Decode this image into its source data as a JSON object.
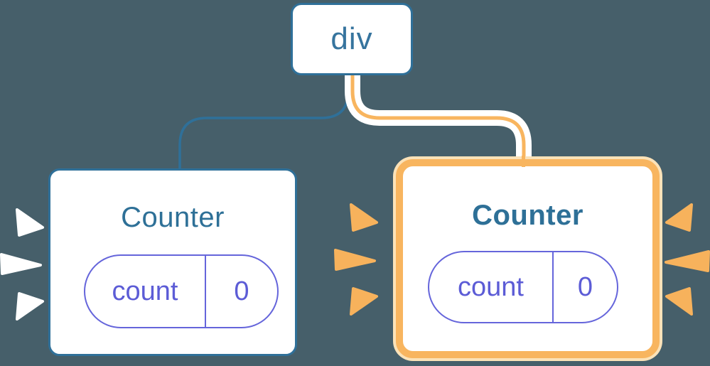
{
  "diagram": {
    "background_color": "#465F6A",
    "root": {
      "label": "div"
    },
    "children": [
      {
        "title": "Counter",
        "highlighted": false,
        "state": {
          "label": "count",
          "value": "0"
        }
      },
      {
        "title": "Counter",
        "highlighted": true,
        "state": {
          "label": "count",
          "value": "0"
        }
      }
    ],
    "colors": {
      "node_blue_border": "#2F7099",
      "node_blue_text": "#2E7097",
      "pill_purple_border": "#6565DB",
      "pill_purple_text": "#5C5CD6",
      "highlight_orange": "#F8B55F",
      "highlight_cream": "#FBE2B8",
      "spark_white": "#FFFFFF",
      "spark_orange": "#F7B25C",
      "edge_blue": "#2F7099"
    }
  }
}
